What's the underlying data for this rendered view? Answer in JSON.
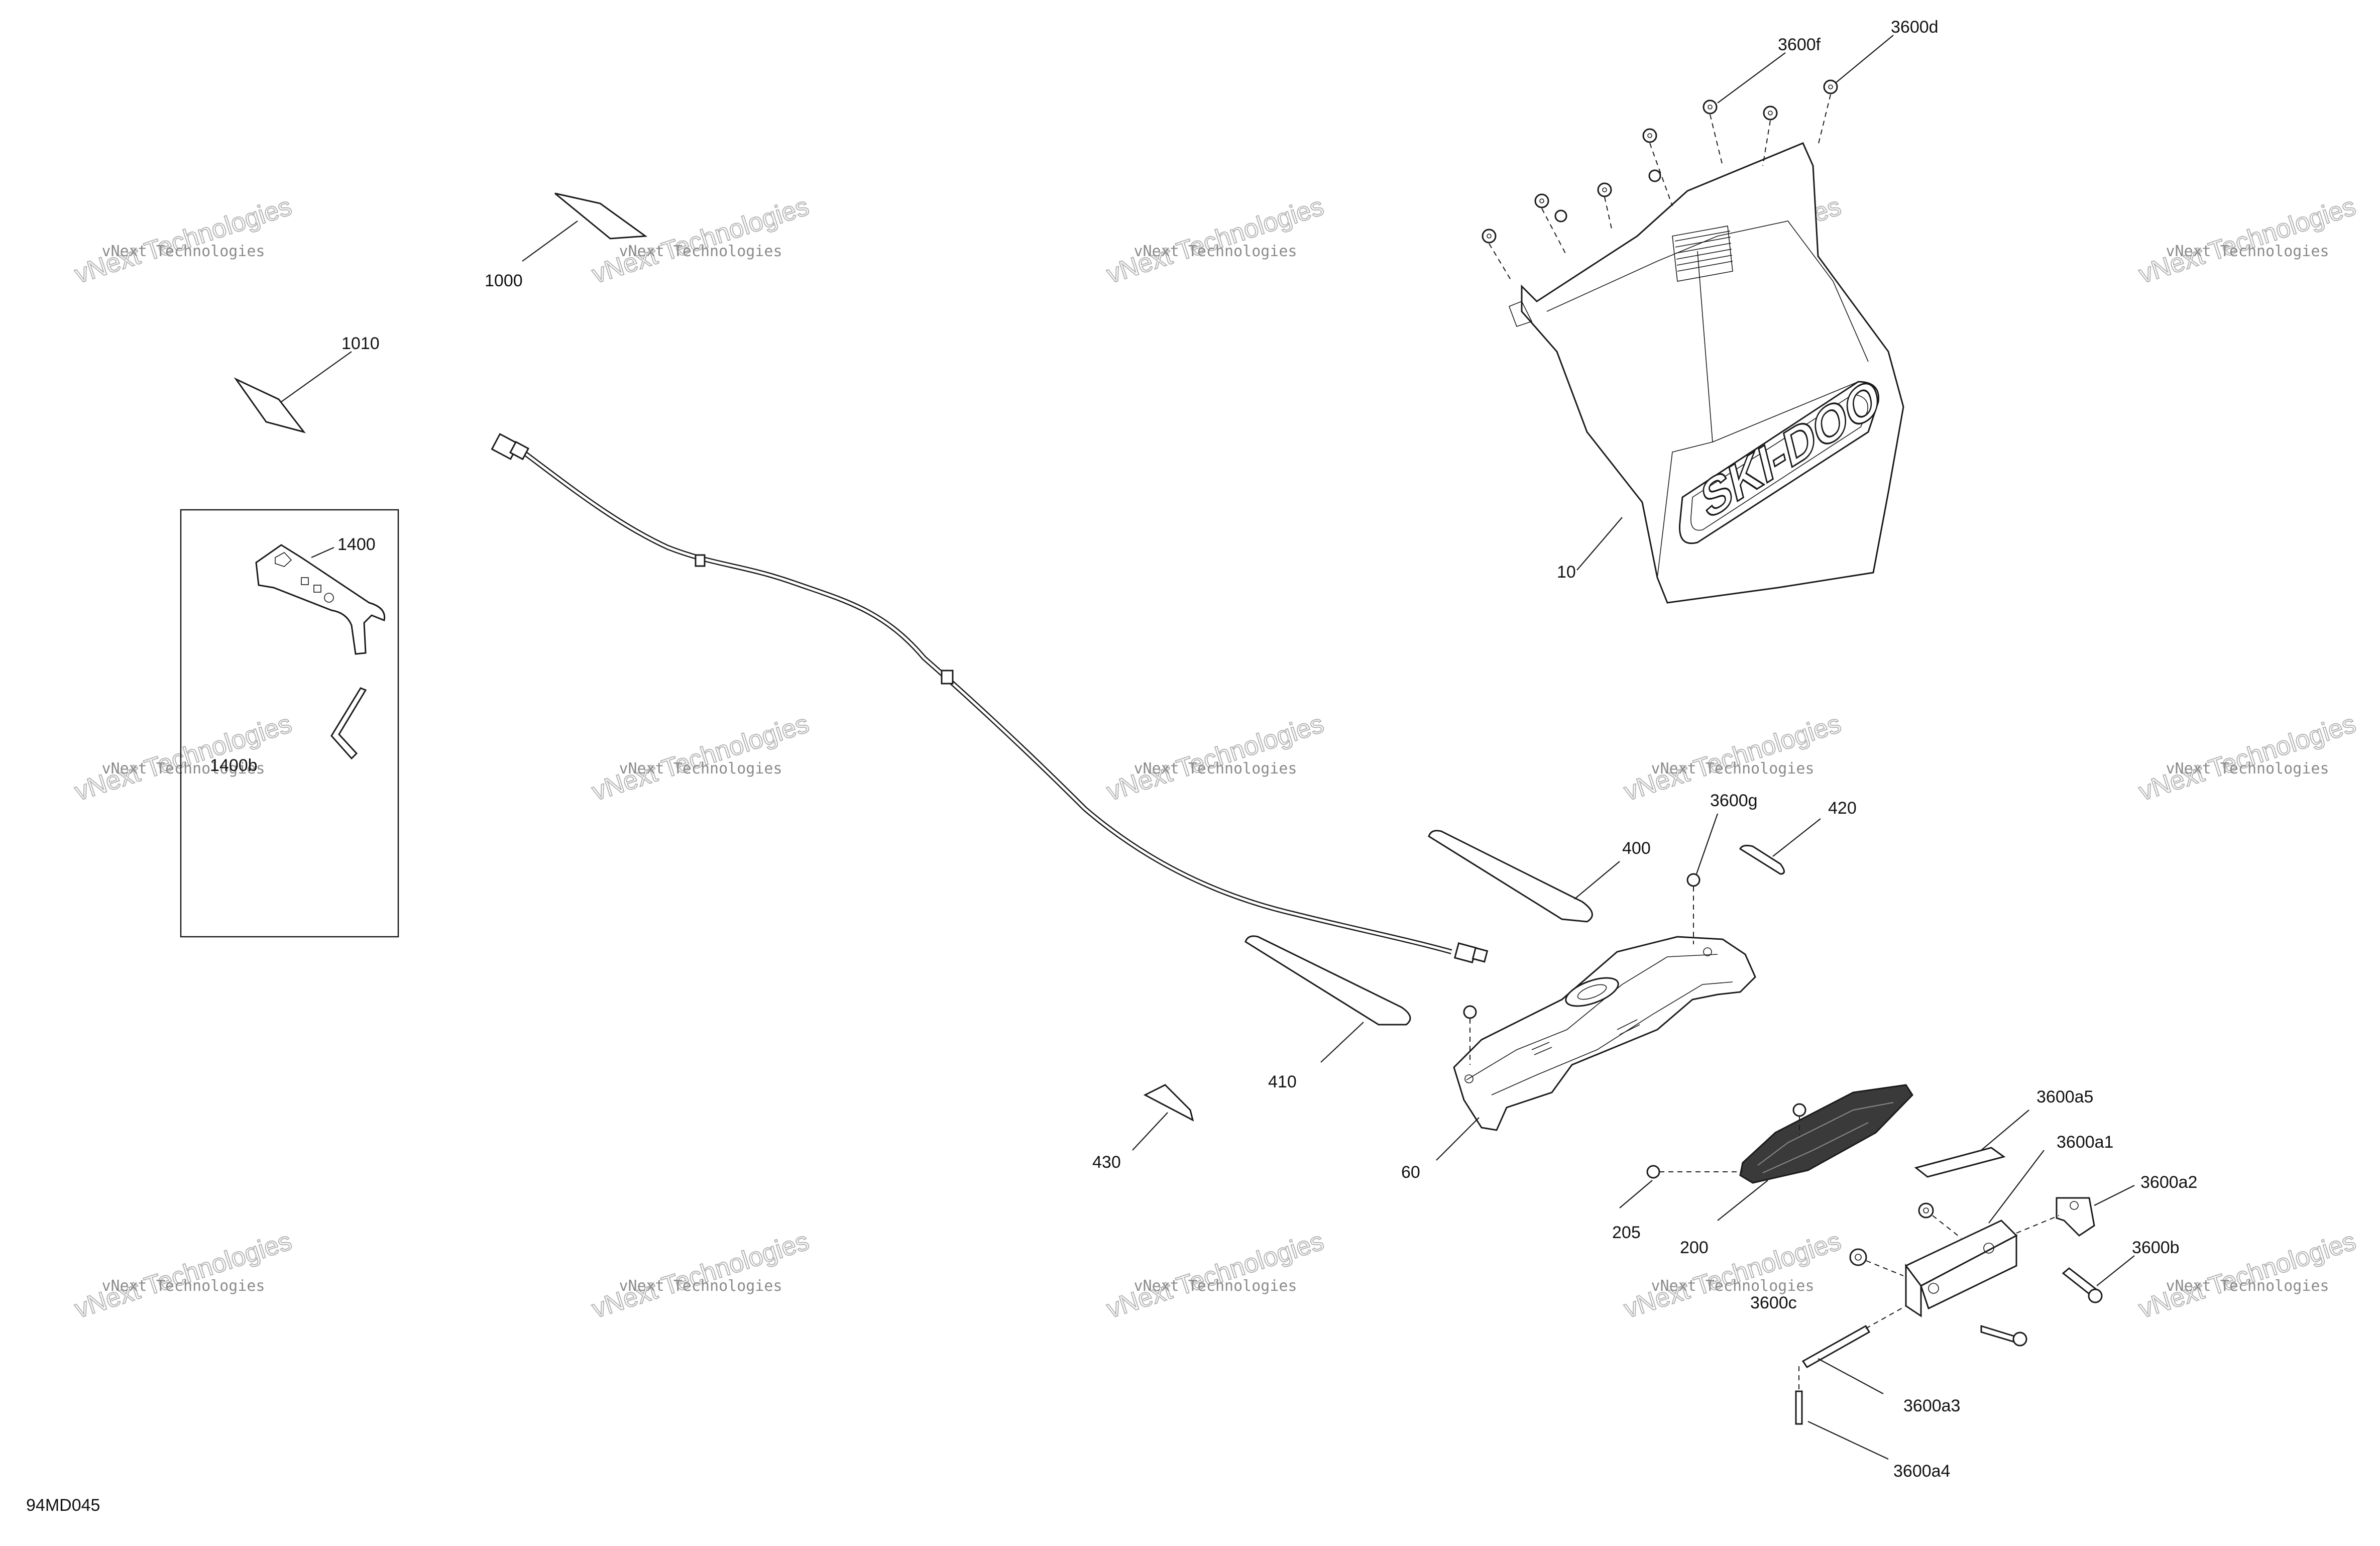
{
  "diagram": {
    "code": "94MD045",
    "watermark": {
      "line1": "vNext Technologies",
      "line2": "vNext Technologies"
    },
    "brand_text": "SKI-DOO",
    "labels": {
      "p10": "10",
      "p60": "60",
      "p200": "200",
      "p205": "205",
      "p400": "400",
      "p410": "410",
      "p420": "420",
      "p430": "430",
      "p1000": "1000",
      "p1010": "1010",
      "p1400": "1400",
      "p1400b": "1400b",
      "p3600a1": "3600a1",
      "p3600a2": "3600a2",
      "p3600a3": "3600a3",
      "p3600a4": "3600a4",
      "p3600a5": "3600a5",
      "p3600b": "3600b",
      "p3600c": "3600c",
      "p3600d": "3600d",
      "p3600f": "3600f",
      "p3600g": "3600g"
    }
  }
}
